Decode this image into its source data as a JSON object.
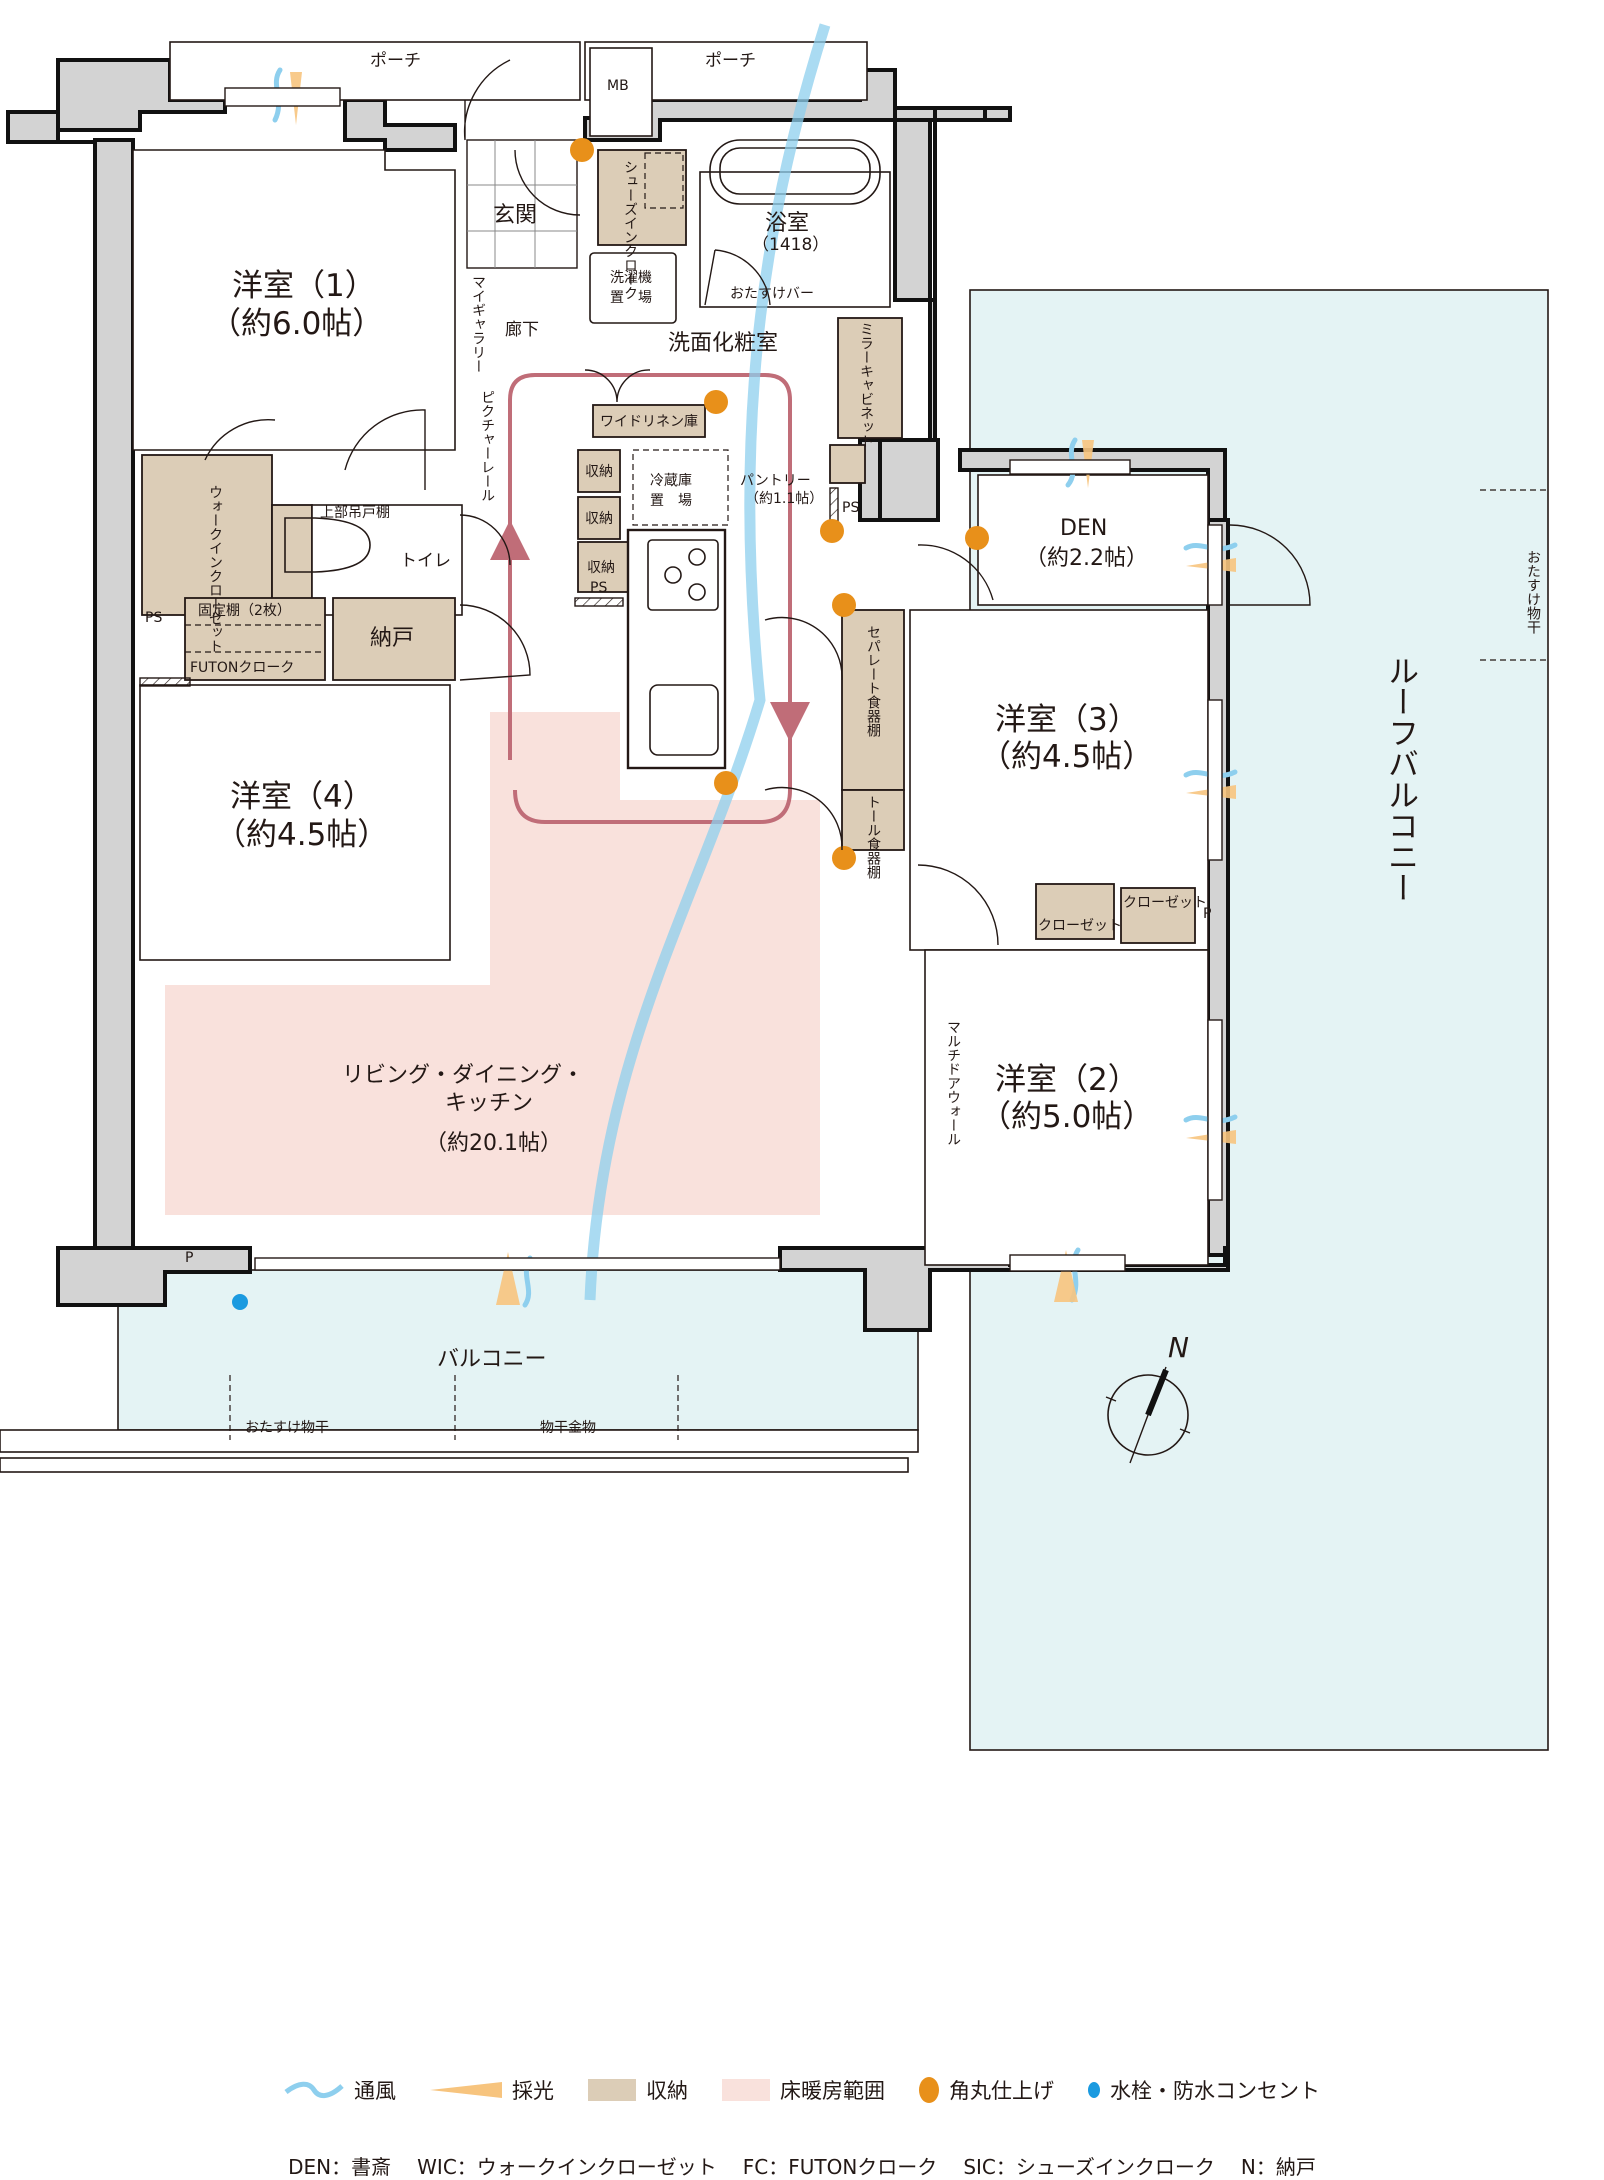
{
  "plan": {
    "title": "間取り図",
    "rooms": {
      "western1": {
        "name": "洋室（1）",
        "size": "（約6.0帖）"
      },
      "western2": {
        "name": "洋室（2）",
        "size": "（約5.0帖）"
      },
      "western3": {
        "name": "洋室（3）",
        "size": "（約4.5帖）"
      },
      "western4": {
        "name": "洋室（4）",
        "size": "（約4.5帖）"
      },
      "den": {
        "name": "DEN",
        "size": "（約2.2帖）"
      },
      "ldk": {
        "line1": "リビング・ダイニング・",
        "line2": "キッチン",
        "size": "（約20.1帖）"
      },
      "entrance": "玄関",
      "hallway": "廊下",
      "bath": {
        "name": "浴室",
        "size": "（1418）"
      },
      "washroom": "洗面化粧室",
      "toilet": "トイレ",
      "pantry": {
        "name": "パントリー",
        "size": "（約1.1帖）"
      },
      "storeroom": "納戸",
      "porch_left": "ポーチ",
      "porch_right": "ポーチ",
      "mb": "MB",
      "balcony": "バルコニー",
      "roof_balcony": "ルーフバルコニー"
    },
    "fixtures": {
      "shoes_in_cloak": "シューズインクローク",
      "laundry": {
        "line1": "洗濯機",
        "line2": "置　場"
      },
      "grab_bar": "おたすけバー",
      "mirror_cabinet": "ミラーキャビネット",
      "wide_linen": "ワイドリネン庫",
      "fridge": {
        "line1": "冷蔵庫",
        "line2": "置　場"
      },
      "storage": "収納",
      "ps": "PS",
      "p": "P",
      "my_gallery": "マイギャラリー",
      "picture_rail": "ピクチャーレール",
      "walk_in_closet": "ウォークインクローゼット",
      "upper_cabinet": "上部吊戸棚",
      "fixed_shelf": "固定棚（2枚）",
      "futon_cloak": "FUTONクローク",
      "separate_cupboard": "セパレート食器棚",
      "tall_cupboard": "トール食器棚",
      "closet": "クローゼット",
      "multi_door_wall": "マルチドアウォール",
      "otasuke_hoshi": "おたすけ物干",
      "hoshi_kanamono": "物干金物"
    },
    "compass": {
      "label": "N"
    }
  },
  "legend": {
    "items": [
      {
        "icon": "ventilation-wave-icon",
        "label": "通風"
      },
      {
        "icon": "daylight-wedge-icon",
        "label": "採光"
      },
      {
        "icon": "storage-swatch-icon",
        "label": "収納"
      },
      {
        "icon": "floor-heating-swatch-icon",
        "label": "床暖房範囲"
      },
      {
        "icon": "orange-dot-icon",
        "label": "角丸仕上げ"
      },
      {
        "icon": "blue-dot-icon",
        "label": "水栓・防水コンセント"
      }
    ],
    "abbreviations": [
      "DEN：書斎",
      "WIC：ウォークインクローゼット",
      "FC：FUTONクローク",
      "SIC：シューズインクローク",
      "N：納戸"
    ]
  },
  "colors": {
    "wall": "#d3d3d3",
    "storage": "#dccdb7",
    "floor_heating": "#f9e1dc",
    "balcony": "#e4f3f4",
    "ventilation": "#8ecfee",
    "daylight": "#f7c47e",
    "rounded_corner": "#e8901a",
    "water_outlet": "#1a9ae0",
    "route": "#c06d78"
  }
}
